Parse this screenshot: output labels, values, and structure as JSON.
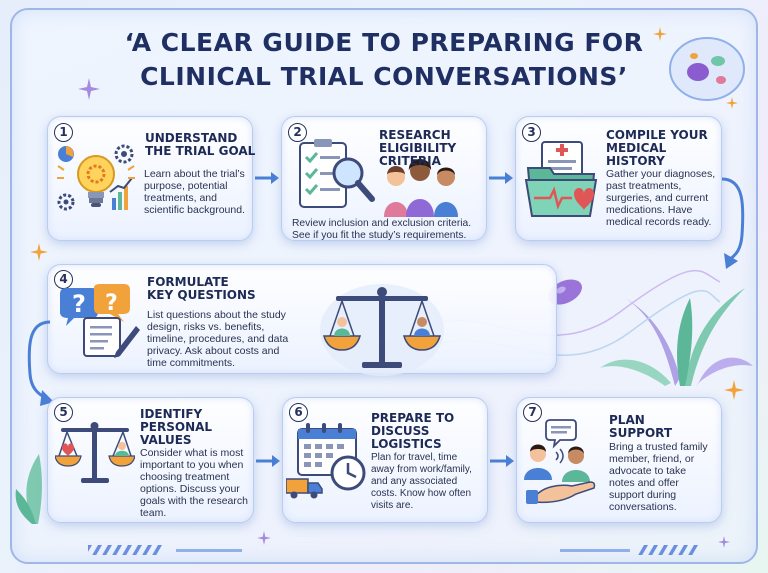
{
  "title": {
    "line1": "‘A CLEAR GUIDE TO PREPARING FOR",
    "line2": "CLINICAL TRIAL CONVERSATIONS’"
  },
  "steps": [
    {
      "num": "1",
      "head1": "UNDERSTAND",
      "head2": "THE TRIAL GOAL",
      "head3": "",
      "body": [
        "Learn about the trial’s",
        "purpose, potential",
        "treatments, and",
        "scientific background."
      ]
    },
    {
      "num": "2",
      "head1": "RESEARCH",
      "head2": "ELIGIBILITY",
      "head3": "CRITERIA",
      "body": [
        "Review inclusion and exclusion criteria.",
        "See if you fit the study’s requirements."
      ]
    },
    {
      "num": "3",
      "head1": "COMPILE YOUR",
      "head2": "MEDICAL",
      "head3": "HISTORY",
      "body": [
        "Gather your diagnoses,",
        "past treatments,",
        "surgeries, and current",
        "medications. Have",
        "medical records ready."
      ]
    },
    {
      "num": "4",
      "head1": "FORMULATE",
      "head2": "KEY QUESTIONS",
      "head3": "",
      "body": [
        "List questions about the study",
        "design, risks vs. benefits,",
        "timeline, procedures, and data",
        "privacy. Ask about costs and",
        "time commitments."
      ]
    },
    {
      "num": "5",
      "head1": "IDENTIFY",
      "head2": "PERSONAL",
      "head3": "VALUES",
      "body": [
        "Consider what is most",
        "important to you when",
        "choosing treatment",
        "options. Discuss your",
        "goals with the research",
        "team."
      ]
    },
    {
      "num": "6",
      "head1": "PREPARE TO",
      "head2": "DISCUSS",
      "head3": "LOGISTICS",
      "body": [
        "Plan for travel, time",
        "away from work/family,",
        "and any associated",
        "costs. Know how often",
        "visits are."
      ]
    },
    {
      "num": "7",
      "head1": "PLAN",
      "head2": "SUPPORT",
      "head3": "",
      "body": [
        "Bring a trusted family",
        "member, friend, or",
        "advocate to take",
        "notes and offer",
        "support during",
        "conversations."
      ]
    }
  ],
  "icons": {
    "step1": "lightbulb-gears-icon",
    "step2": "checklist-magnifier-people-icon",
    "step3": "medical-folder-heart-icon",
    "step4": "question-bubbles-notepad-icon",
    "center": "balance-scale-icon",
    "step5": "heart-person-scale-icon",
    "step6": "calendar-clock-truck-icon",
    "step7": "people-chat-hand-icon"
  },
  "colors": {
    "title": "#1f2f63",
    "card_border": "#b9cdf0",
    "arrow": "#4a7fd6",
    "accent_orange": "#f2a23a",
    "accent_purple": "#8f6ad6"
  }
}
